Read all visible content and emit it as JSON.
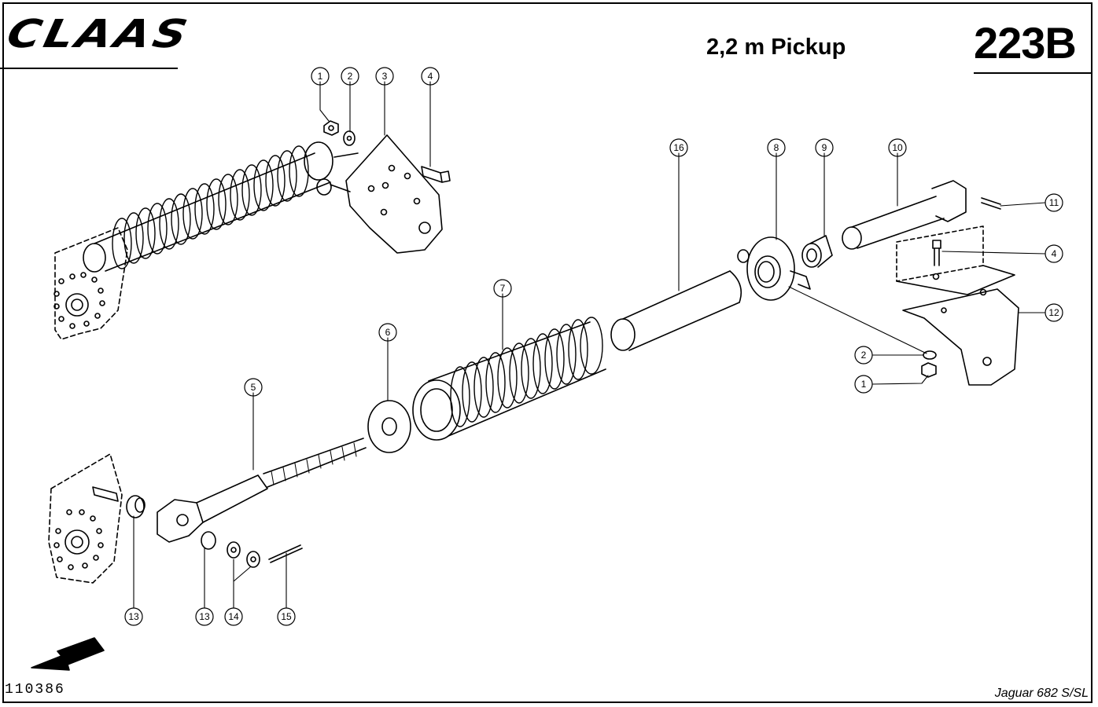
{
  "header": {
    "brand": "CLAAS",
    "title": "2,2 m Pickup",
    "page_number": "223B"
  },
  "footer": {
    "drawing_number": "110386",
    "model": "Jaguar 682 S/SL"
  },
  "callouts": [
    {
      "id": "c1a",
      "label": "1"
    },
    {
      "id": "c2a",
      "label": "2"
    },
    {
      "id": "c3",
      "label": "3"
    },
    {
      "id": "c4a",
      "label": "4"
    },
    {
      "id": "c16",
      "label": "16"
    },
    {
      "id": "c8",
      "label": "8"
    },
    {
      "id": "c9",
      "label": "9"
    },
    {
      "id": "c10",
      "label": "10"
    },
    {
      "id": "c11",
      "label": "11"
    },
    {
      "id": "c4b",
      "label": "4"
    },
    {
      "id": "c12",
      "label": "12"
    },
    {
      "id": "c2b",
      "label": "2"
    },
    {
      "id": "c1b",
      "label": "1"
    },
    {
      "id": "c7",
      "label": "7"
    },
    {
      "id": "c6",
      "label": "6"
    },
    {
      "id": "c5",
      "label": "5"
    },
    {
      "id": "c13a",
      "label": "13"
    },
    {
      "id": "c13b",
      "label": "13"
    },
    {
      "id": "c14",
      "label": "14"
    },
    {
      "id": "c15",
      "label": "15"
    }
  ]
}
